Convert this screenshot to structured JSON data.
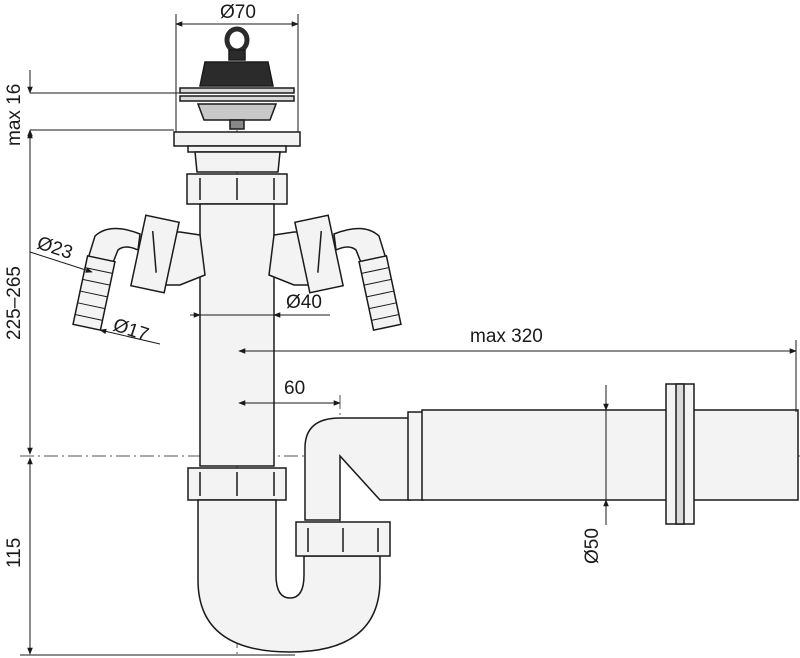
{
  "dimensions": {
    "stopper_diameter": "Ø70",
    "max_depth": "max 16",
    "height_range": "225–265",
    "hose_outer": "Ø23",
    "hose_inner": "Ø17",
    "body_diameter": "Ø40",
    "max_length": "max 320",
    "offset": "60",
    "outlet_diameter": "Ø50",
    "trap_height": "115"
  },
  "colors": {
    "line": "#1a1a1a",
    "body_fill": "#f3f3f3",
    "stopper_fill": "#2b2b2b",
    "centerline": "#555555"
  }
}
